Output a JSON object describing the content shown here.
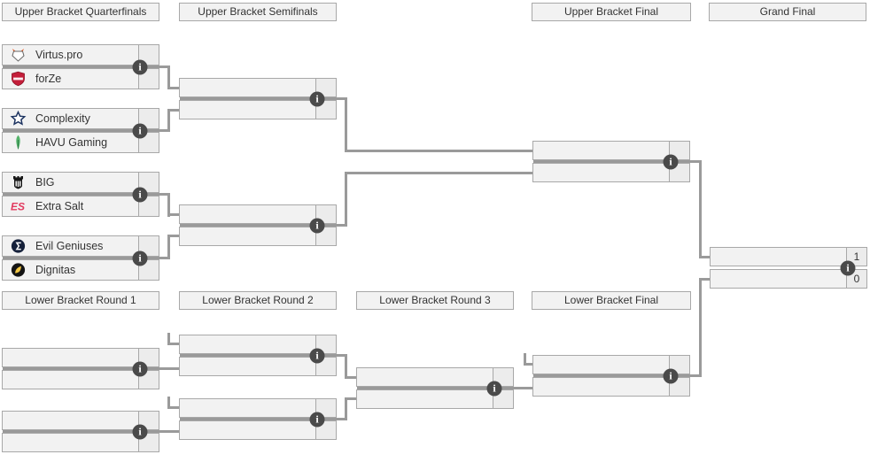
{
  "page": {
    "background": "#ffffff"
  },
  "colors": {
    "cell_bg": "#f2f2f2",
    "score_bg": "#ececec",
    "border": "#a8a8a8",
    "connector": "#9a9a9a",
    "info_icon_bg": "#4a4a4a",
    "info_icon_fg": "#ffffff",
    "text": "#333333"
  },
  "headers": {
    "upper_bracket_quarterfinals": "Upper Bracket Quarterfinals",
    "upper_bracket_semifinals": "Upper Bracket Semifinals",
    "upper_bracket_final": "Upper Bracket Final",
    "grand_final": "Grand Final",
    "lower_bracket_round_1": "Lower Bracket Round 1",
    "lower_bracket_round_2": "Lower Bracket Round 2",
    "lower_bracket_round_3": "Lower Bracket Round 3",
    "lower_bracket_final": "Lower Bracket Final"
  },
  "upper_quarterfinals": [
    {
      "top": {
        "name": "Virtus.pro",
        "logo": "virtus-pro",
        "logo_color": "#e8622c"
      },
      "bottom": {
        "name": "forZe",
        "logo": "forze",
        "logo_color": "#c41e3a"
      }
    },
    {
      "top": {
        "name": "Complexity",
        "logo": "complexity",
        "logo_color": "#1d3461"
      },
      "bottom": {
        "name": "HAVU Gaming",
        "logo": "havu",
        "logo_color": "#54b36a"
      }
    },
    {
      "top": {
        "name": "BIG",
        "logo": "big",
        "logo_color": "#161616"
      },
      "bottom": {
        "name": "Extra Salt",
        "logo": "extra-salt",
        "logo_color": "#e23a5f"
      }
    },
    {
      "top": {
        "name": "Evil Geniuses",
        "logo": "evil-geniuses",
        "logo_color": "#15203a"
      },
      "bottom": {
        "name": "Dignitas",
        "logo": "dignitas",
        "logo_color": "#f2c744"
      }
    }
  ],
  "grand_final": {
    "top_score": "1",
    "bottom_score": "0"
  },
  "info_icon": {
    "glyph": "i"
  }
}
